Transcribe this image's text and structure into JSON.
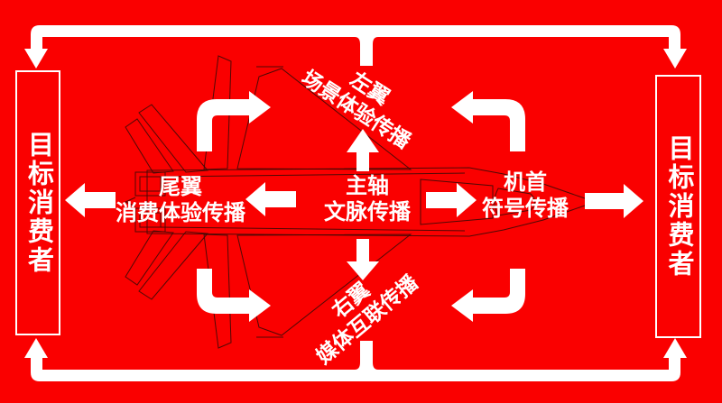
{
  "slide": {
    "background_color": "#FA0000",
    "arrow_color": "#FFFFFF",
    "aircraft_outline_color": "#3D0A06"
  },
  "targets": {
    "left": {
      "label": "目标消费者"
    },
    "right": {
      "label": "目标消费者"
    }
  },
  "nodes": {
    "axis": {
      "title": "主轴",
      "subtitle": "文脉传播"
    },
    "nose": {
      "title": "机首",
      "subtitle": "符号传播"
    },
    "tail": {
      "title": "尾翼",
      "subtitle": "消费体验传播"
    },
    "left_wing": {
      "title": "左翼",
      "subtitle": "场景体验传播"
    },
    "right_wing": {
      "title": "右翼",
      "subtitle": "媒体互联传播"
    }
  },
  "icons": {
    "fighter-jet-outline": "thin dark line drawing of a twin-tail fighter jet, top view, nose pointing right",
    "frame-arrows": "white elbow connectors from center to the two target boxes (top and bottom)",
    "block-arrows": "solid white block arrows linking tail, axis, nose, wings and targets"
  }
}
